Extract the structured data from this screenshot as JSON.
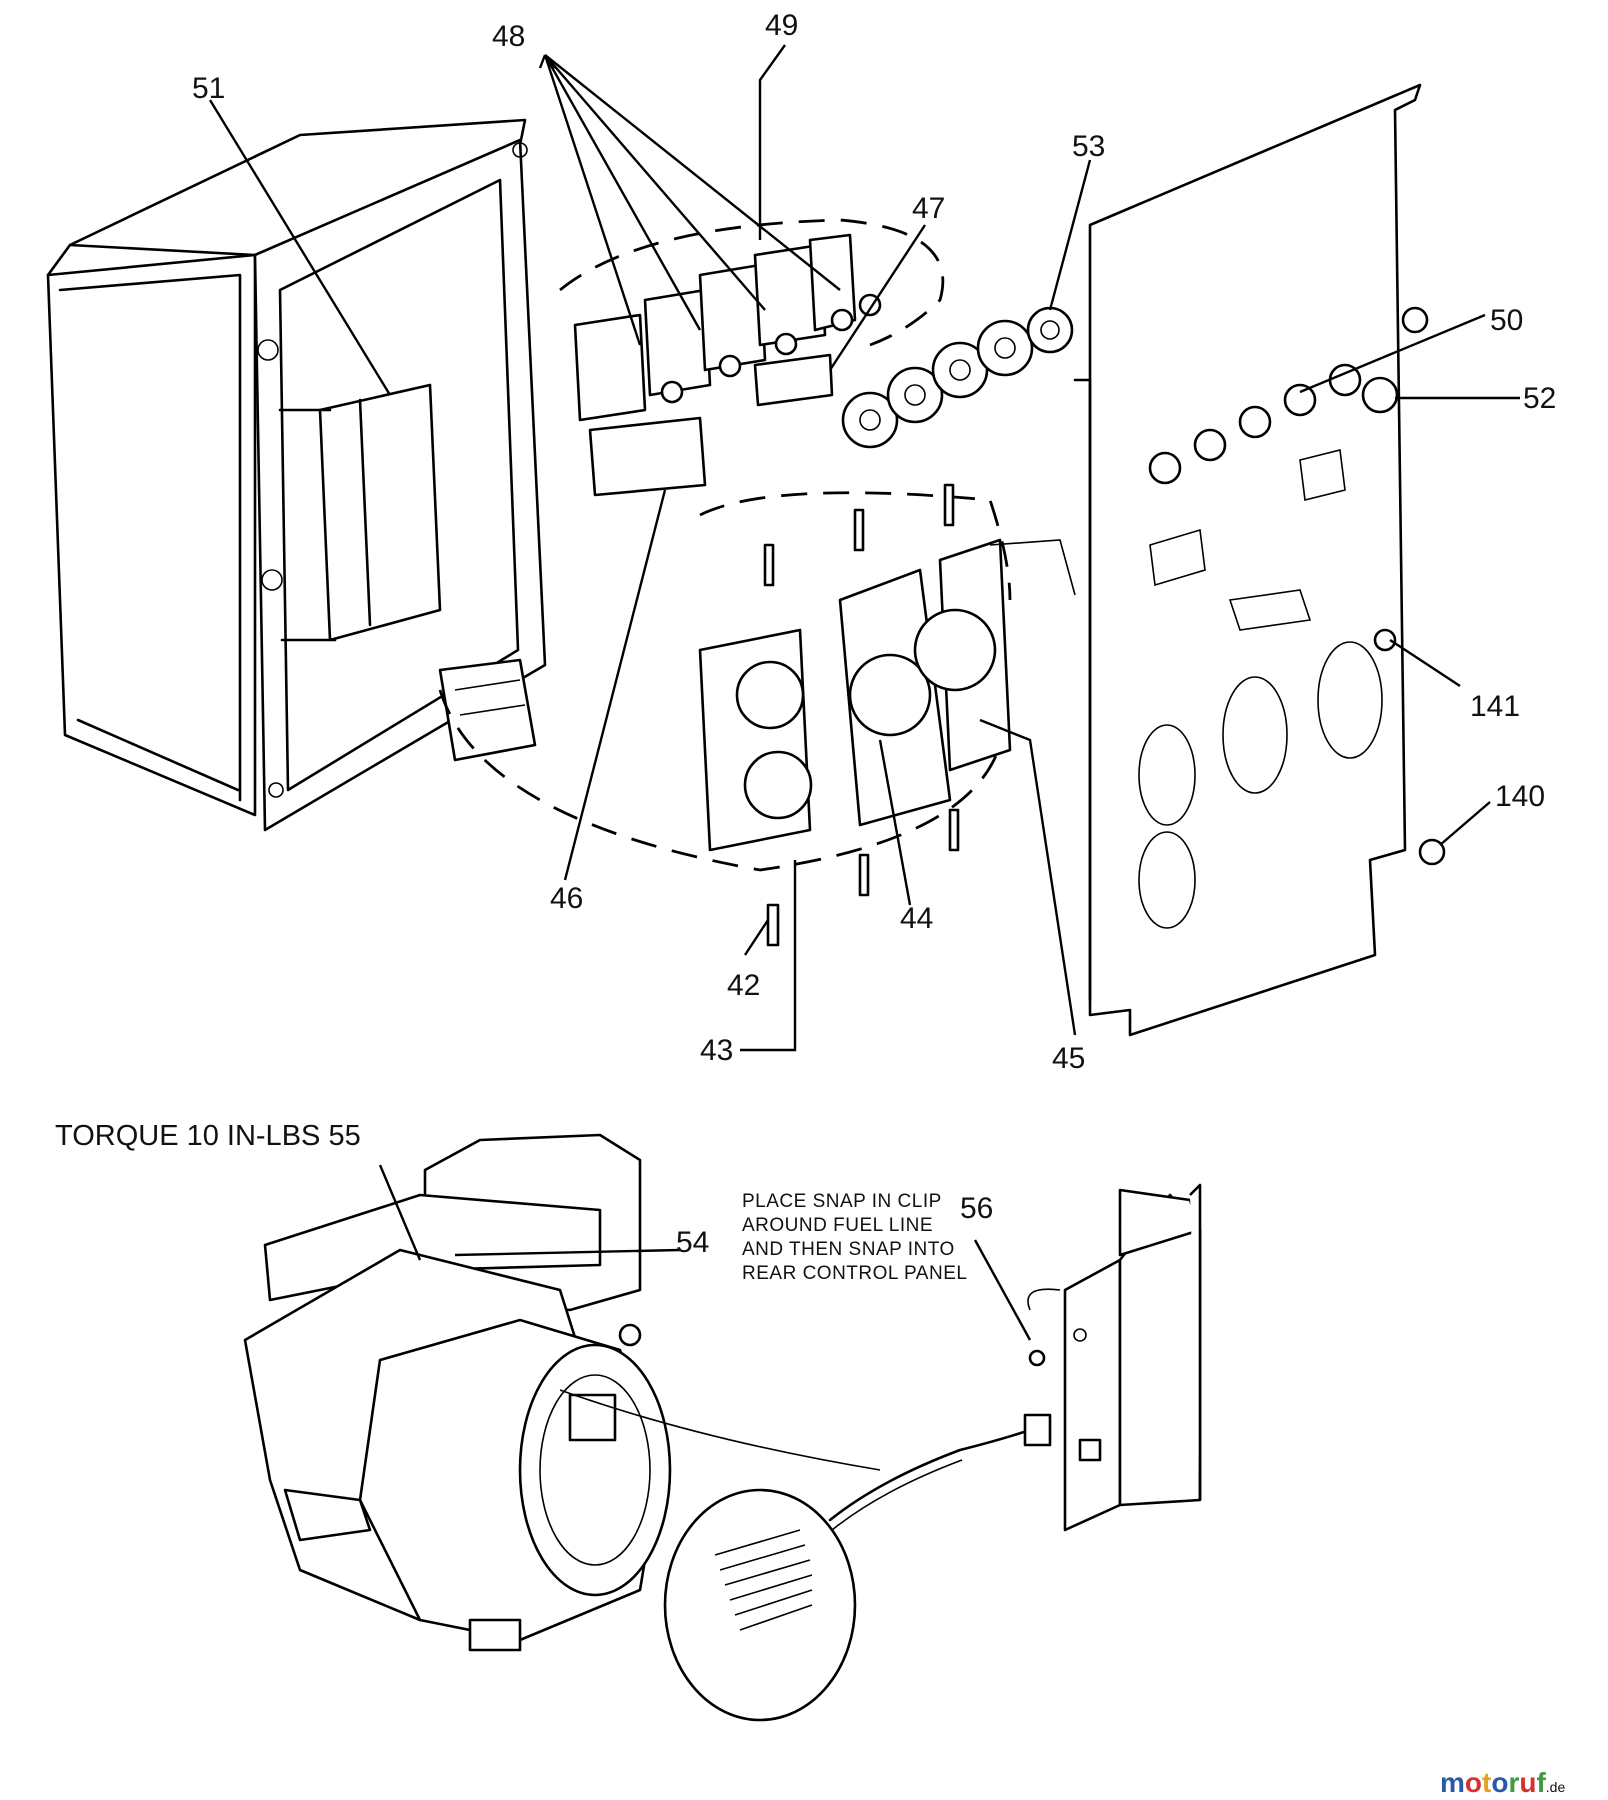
{
  "callouts": {
    "c48": "48",
    "c49": "49",
    "c51": "51",
    "c53": "53",
    "c47": "47",
    "c50": "50",
    "c52": "52",
    "c141": "141",
    "c140": "140",
    "c46": "46",
    "c44": "44",
    "c42": "42",
    "c43": "43",
    "c45": "45",
    "c55": "55",
    "c54": "54",
    "c56": "56"
  },
  "notes": {
    "torque": "TORQUE 10 IN-LBS",
    "snap_clip": [
      "PLACE SNAP IN CLIP",
      "AROUND FUEL LINE",
      "AND THEN SNAP INTO",
      "REAR CONTROL PANEL"
    ]
  },
  "watermark": {
    "letters": [
      "m",
      "o",
      "t",
      "o",
      "r",
      "u",
      "f"
    ],
    "letter_colors": [
      "#2b59a8",
      "#d6312b",
      "#e3a21a",
      "#2b59a8",
      "#3e9a3e",
      "#d6312b",
      "#3e9a3e"
    ],
    "suffix": ".de"
  }
}
